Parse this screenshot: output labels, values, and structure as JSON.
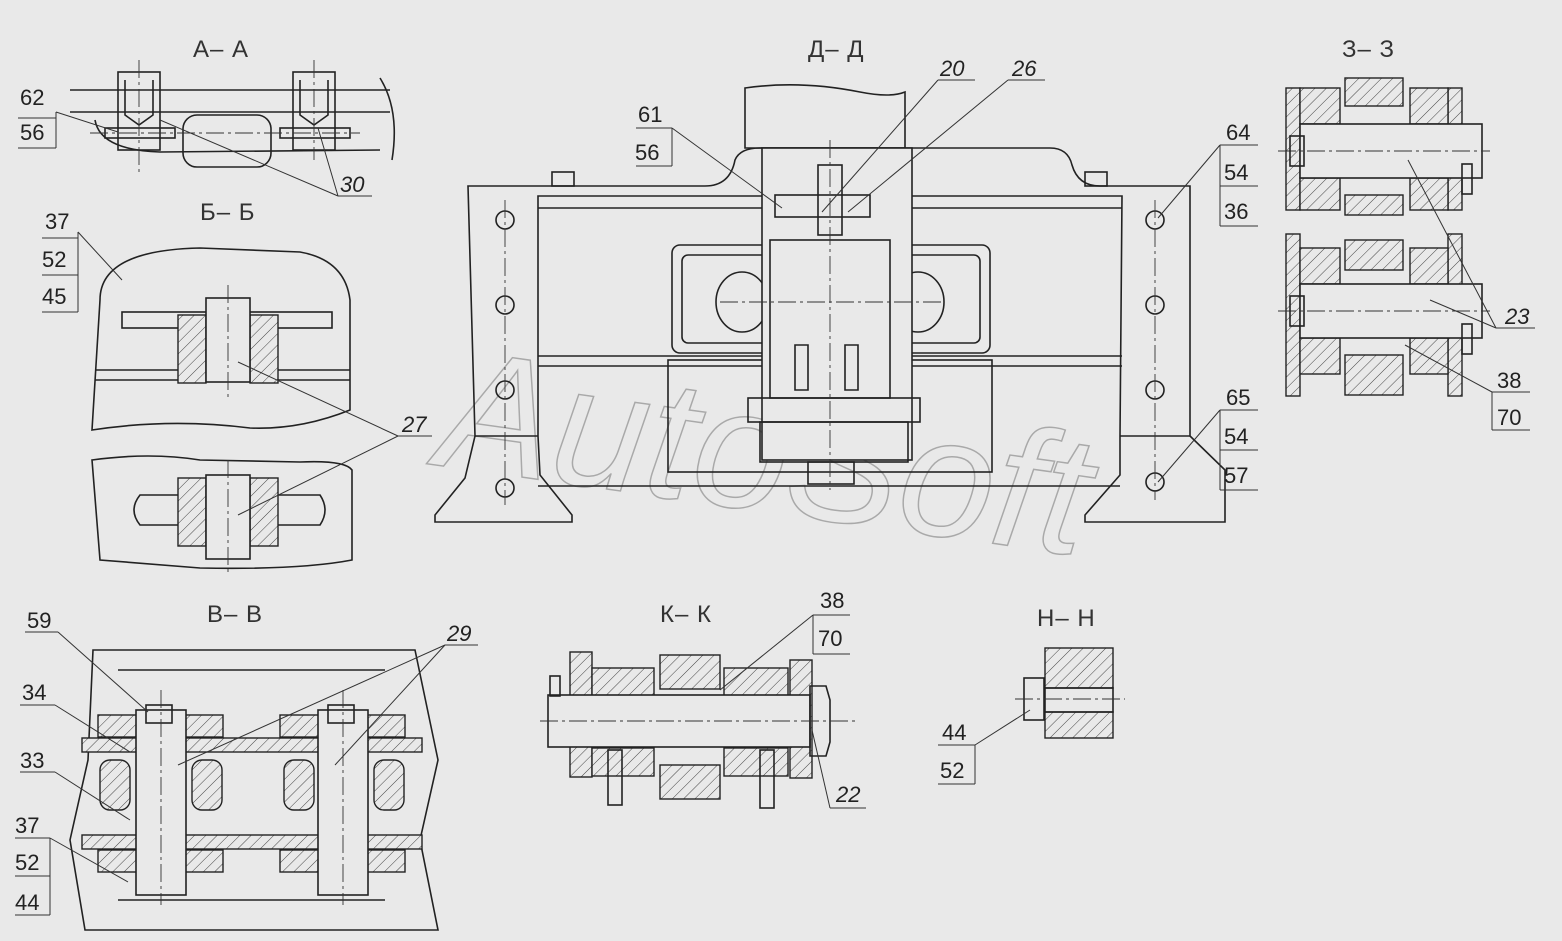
{
  "sections": {
    "aa": "А– А",
    "bb": "Б– Б",
    "vv": "В– В",
    "dd": "Д– Д",
    "zz": "З– З",
    "kk": "К– К",
    "nn": "Н– Н"
  },
  "watermark": "AutoSoft",
  "labels": {
    "aa_62": "62",
    "aa_56": "56",
    "aa_30": "30",
    "bb_37": "37",
    "bb_52": "52",
    "bb_45": "45",
    "bb_27": "27",
    "vv_59": "59",
    "vv_29": "29",
    "vv_34": "34",
    "vv_33": "33",
    "vv_37": "37",
    "vv_52": "52",
    "vv_44": "44",
    "dd_61": "61",
    "dd_56": "56",
    "dd_20": "20",
    "dd_26": "26",
    "dd_64": "64",
    "dd_54a": "54",
    "dd_36": "36",
    "dd_65": "65",
    "dd_54b": "54",
    "dd_57": "57",
    "zz_23": "23",
    "zz_38": "38",
    "zz_70": "70",
    "kk_38": "38",
    "kk_70": "70",
    "kk_22": "22",
    "nn_44": "44",
    "nn_52": "52"
  }
}
